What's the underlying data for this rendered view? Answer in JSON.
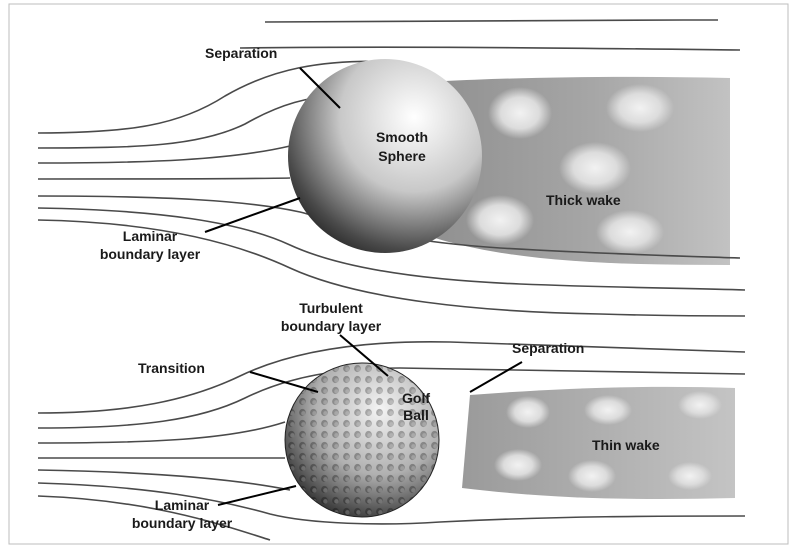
{
  "top_panel": {
    "separation": "Separation",
    "sphere_line1": "Smooth",
    "sphere_line2": "Sphere",
    "wake": "Thick wake",
    "laminar_line1": "Laminar",
    "laminar_line2": "boundary layer"
  },
  "bottom_panel": {
    "turbulent_line1": "Turbulent",
    "turbulent_line2": "boundary layer",
    "transition": "Transition",
    "separation": "Separation",
    "ball_line1": "Golf",
    "ball_line2": "Ball",
    "wake": "Thin wake",
    "laminar_line1": "Laminar",
    "laminar_line2": "boundary layer"
  }
}
